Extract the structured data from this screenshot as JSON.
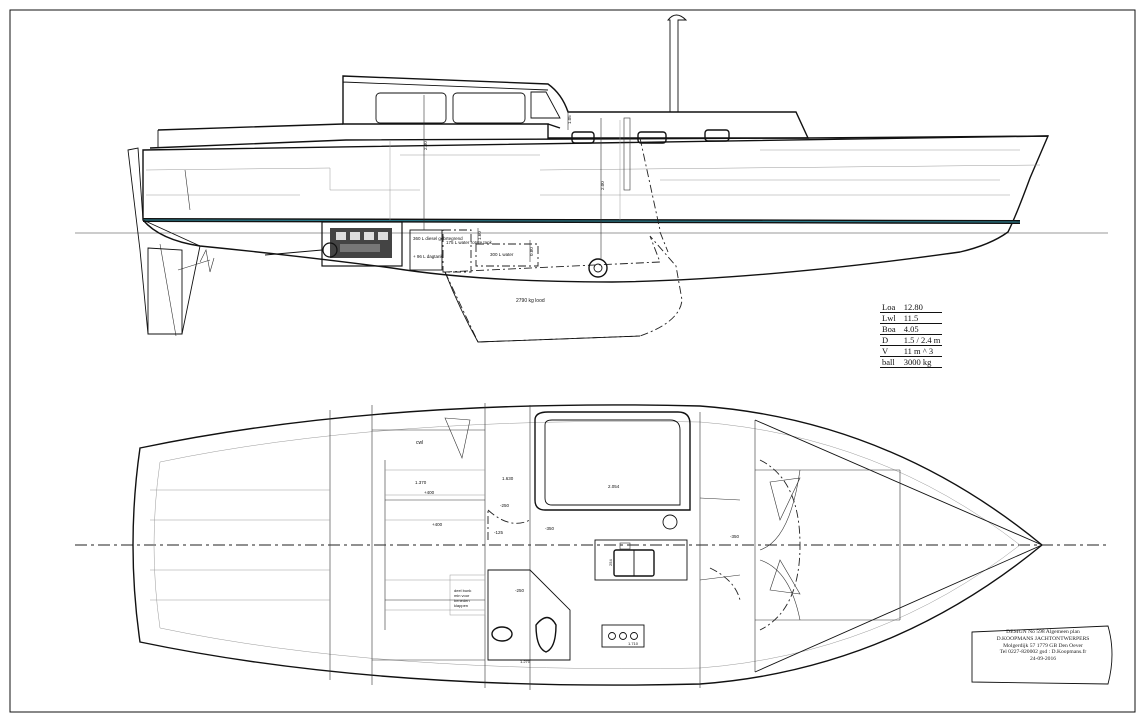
{
  "specs": [
    {
      "label": "Loa",
      "value": "12.80"
    },
    {
      "label": "Lwl",
      "value": "11.5"
    },
    {
      "label": "Boa",
      "value": "4.05"
    },
    {
      "label": "D",
      "value": "1.5 / 2.4 m"
    },
    {
      "label": "V",
      "value": "11 m ^ 3"
    },
    {
      "label": "ball",
      "value": "3000 kg"
    }
  ],
  "title_block": {
    "line1": "DESIGN No 598 Algemeen plan",
    "line2": "D.KOOPMANS JACHTONTWERPERS",
    "line3": "Molgerdijk 57 1779 GB Den Oever",
    "line4": "Tel 0227-820002 gsd : D.Koopmans.fr",
    "line5": "24-09-2016"
  },
  "profile_labels": {
    "tank_diesel": "360 L diesel gebrtegrend",
    "tank_diesel_day": "+ 96 L dagtank",
    "tank_water1": "175 L water rotate tank",
    "tank_water2": "300 L water",
    "ballast": "2790 kg lood",
    "dim_a": "2.30",
    "dim_b": "2.00",
    "dim_c": "1.05",
    "dim_d": "1.60",
    "dim_e": "0.80"
  },
  "plan_labels": {
    "cwl": "cwl",
    "d1370": "1.370",
    "d400a": "+400",
    "d400b": "+400",
    "d1630": "1.630",
    "d250a": "-250",
    "d125": "-125",
    "d350": "-350",
    "d2054": "2.054",
    "d350b": "-350",
    "d254": "254",
    "d250b": "-250",
    "d1710": "1.710",
    "d1270": "1.270",
    "dekbunk_1": "deel bunk",
    "dekbunk_2": "min voor",
    "dekbunk_3": "beneden",
    "dekbunk_4": "klappen"
  }
}
